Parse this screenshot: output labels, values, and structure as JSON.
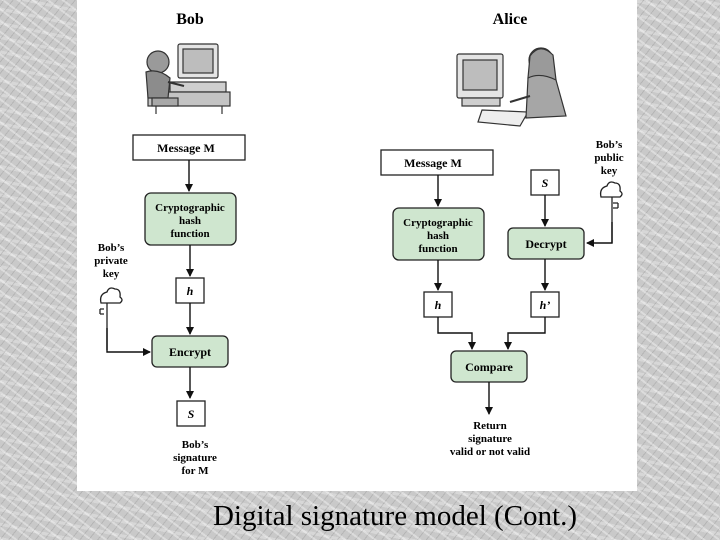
{
  "caption": "Digital signature model (Cont.)",
  "bob": {
    "name": "Bob",
    "message": "Message M",
    "hash_box": [
      "Cryptographic",
      "hash",
      "function"
    ],
    "h_label": "h",
    "encrypt_label": "Encrypt",
    "s_label": "S",
    "private_key_label": [
      "Bob’s",
      "private",
      "key"
    ],
    "signature_label": [
      "Bob’s",
      "signature",
      "for M"
    ]
  },
  "alice": {
    "name": "Alice",
    "message": "Message M",
    "hash_box": [
      "Cryptographic",
      "hash",
      "function"
    ],
    "s_label": "S",
    "decrypt_label": "Decrypt",
    "public_key_label": [
      "Bob’s",
      "public",
      "key"
    ],
    "h_label": "h",
    "h_prime_label": "h’",
    "compare_label": "Compare",
    "return_label": [
      "Return",
      "signature",
      "valid or not valid"
    ]
  },
  "colors": {
    "box_green": "#cfe6cf",
    "stroke": "#222222"
  }
}
